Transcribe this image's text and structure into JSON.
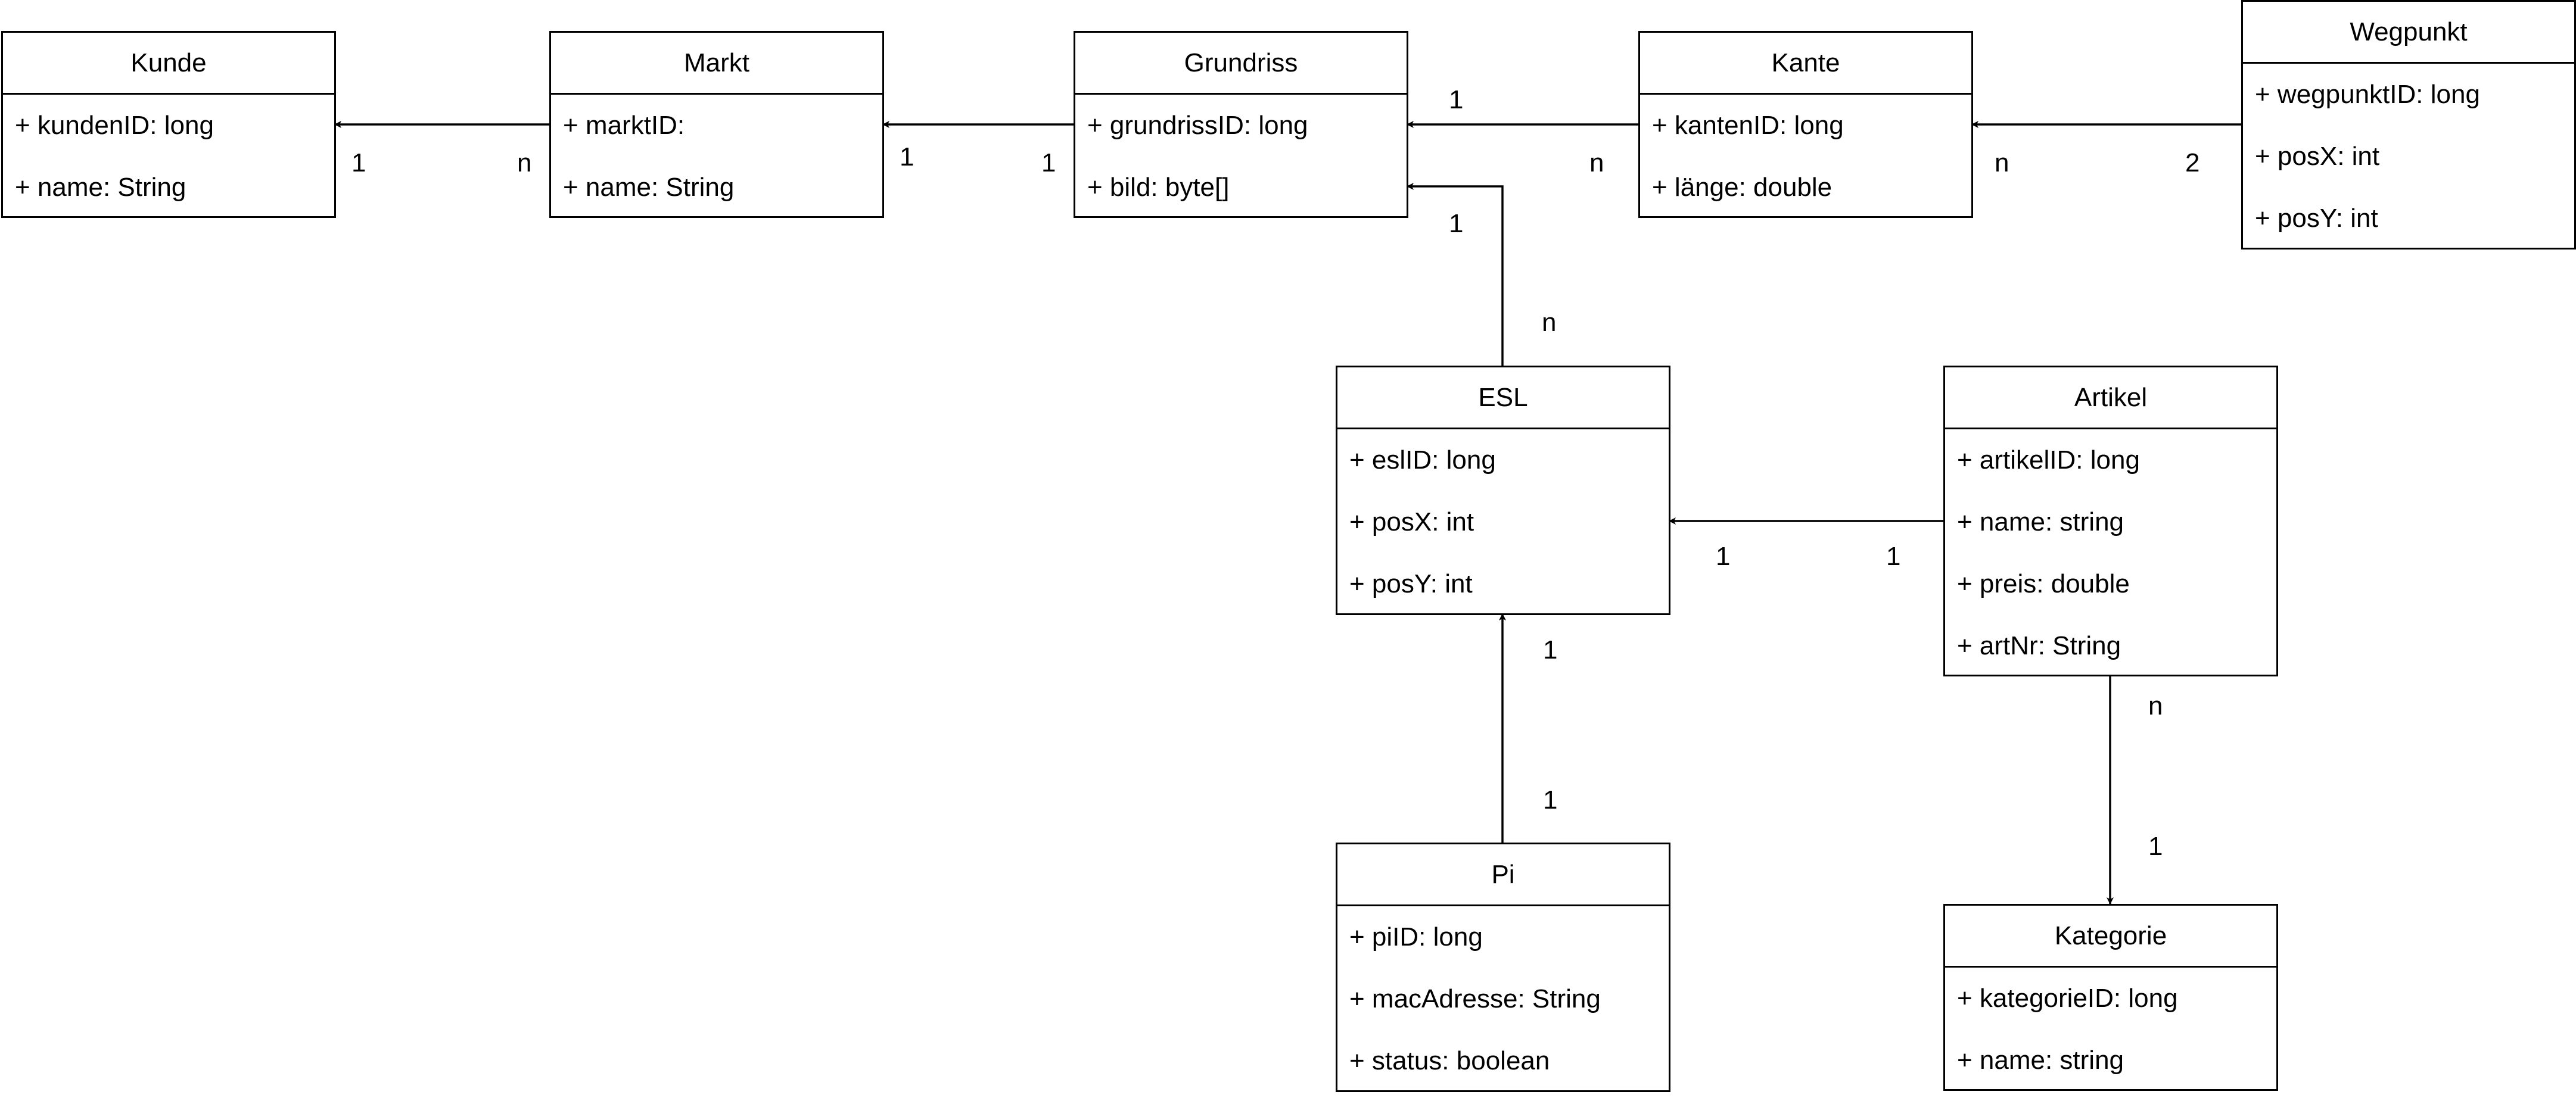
{
  "classes": {
    "kunde": {
      "name": "Kunde",
      "attributes": [
        "+ kundenID: long",
        "+ name: String"
      ]
    },
    "markt": {
      "name": "Markt",
      "attributes": [
        "+ marktID:",
        "+ name: String"
      ]
    },
    "grundriss": {
      "name": "Grundriss",
      "attributes": [
        "+ grundrissID: long",
        "+ bild: byte[]"
      ]
    },
    "kante": {
      "name": "Kante",
      "attributes": [
        "+ kantenID: long",
        "+ länge: double"
      ]
    },
    "wegpunkt": {
      "name": "Wegpunkt",
      "attributes": [
        "+ wegpunktID: long",
        "+ posX: int",
        "+ posY: int"
      ]
    },
    "esl": {
      "name": "ESL",
      "attributes": [
        "+ eslID: long",
        "+ posX: int",
        "+ posY: int"
      ]
    },
    "artikel": {
      "name": "Artikel",
      "attributes": [
        "+ artikelID: long",
        "+ name: string",
        "+ preis: double",
        "+ artNr: String"
      ]
    },
    "pi": {
      "name": "Pi",
      "attributes": [
        "+ piID: long",
        "+ macAdresse: String",
        "+ status: boolean"
      ]
    },
    "kategorie": {
      "name": "Kategorie",
      "attributes": [
        "+ kategorieID: long",
        "+ name: string"
      ]
    }
  },
  "associations": {
    "markt_kunde": {
      "from": "Markt",
      "to": "Kunde",
      "source_mult": "n",
      "target_mult": "1"
    },
    "grundriss_markt": {
      "from": "Grundriss",
      "to": "Markt",
      "source_mult": "1",
      "target_mult": "1"
    },
    "kante_grundriss": {
      "from": "Kante",
      "to": "Grundriss",
      "source_mult": "n",
      "target_mult": "1"
    },
    "wegpunkt_kante": {
      "from": "Wegpunkt",
      "to": "Kante",
      "source_mult": "2",
      "target_mult": "n"
    },
    "esl_grundriss": {
      "from": "ESL",
      "to": "Grundriss",
      "source_mult": "n",
      "target_mult": "1"
    },
    "artikel_esl": {
      "from": "Artikel",
      "to": "ESL",
      "source_mult": "1",
      "target_mult": "1"
    },
    "pi_esl": {
      "from": "Pi",
      "to": "ESL",
      "source_mult": "1",
      "target_mult": "1"
    },
    "artikel_kategorie": {
      "from": "Artikel",
      "to": "Kategorie",
      "source_mult": "n",
      "target_mult": "1"
    }
  }
}
